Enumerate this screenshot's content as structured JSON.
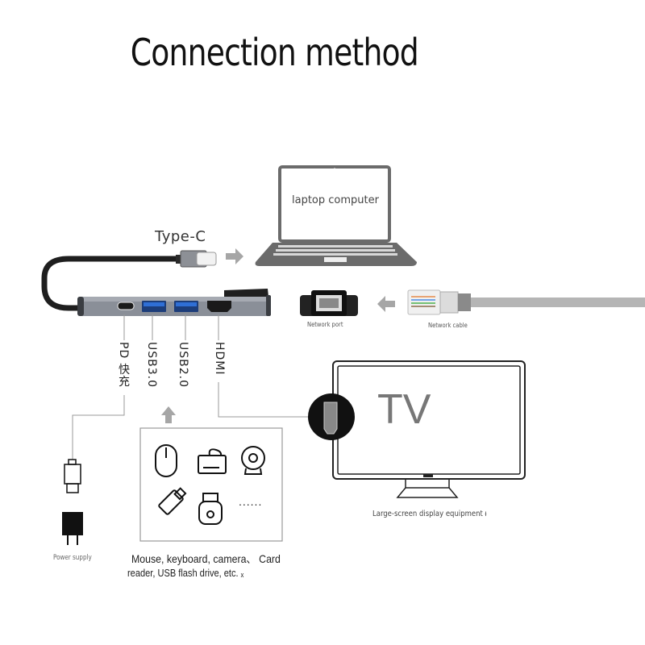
{
  "title": "Connection method",
  "hub": {
    "connector_label": "Type-C",
    "ports": [
      {
        "id": "pd",
        "label": "PD 快充"
      },
      {
        "id": "usb3",
        "label": "USB3.0"
      },
      {
        "id": "usb2",
        "label": "USB2.0"
      },
      {
        "id": "hdmi",
        "label": "HDMI"
      }
    ]
  },
  "laptop": {
    "label": "laptop computer"
  },
  "network": {
    "port_label": "Network port",
    "cable_label": "Network cable"
  },
  "tv": {
    "screen_text": "TV",
    "caption": "Large-screen display equipment ᵼ"
  },
  "power": {
    "label": "Power supply"
  },
  "devices": {
    "icons": [
      "mouse-icon",
      "keyboard-icon",
      "webcam-icon",
      "usb-flash-drive-icon",
      "usb-dongle-icon"
    ],
    "more": "......",
    "caption_line1": "Mouse, keyboard, camera、 Card",
    "caption_line2": "reader, USB flash drive, etc. ₓ"
  },
  "colors": {
    "hub_body": "#8a8f98",
    "usb_blue": "#2f6fd6",
    "arrow_gray": "#a6a6a6",
    "laptop_gray": "#6b6b6b",
    "cable_gray": "#b5b5b5"
  }
}
